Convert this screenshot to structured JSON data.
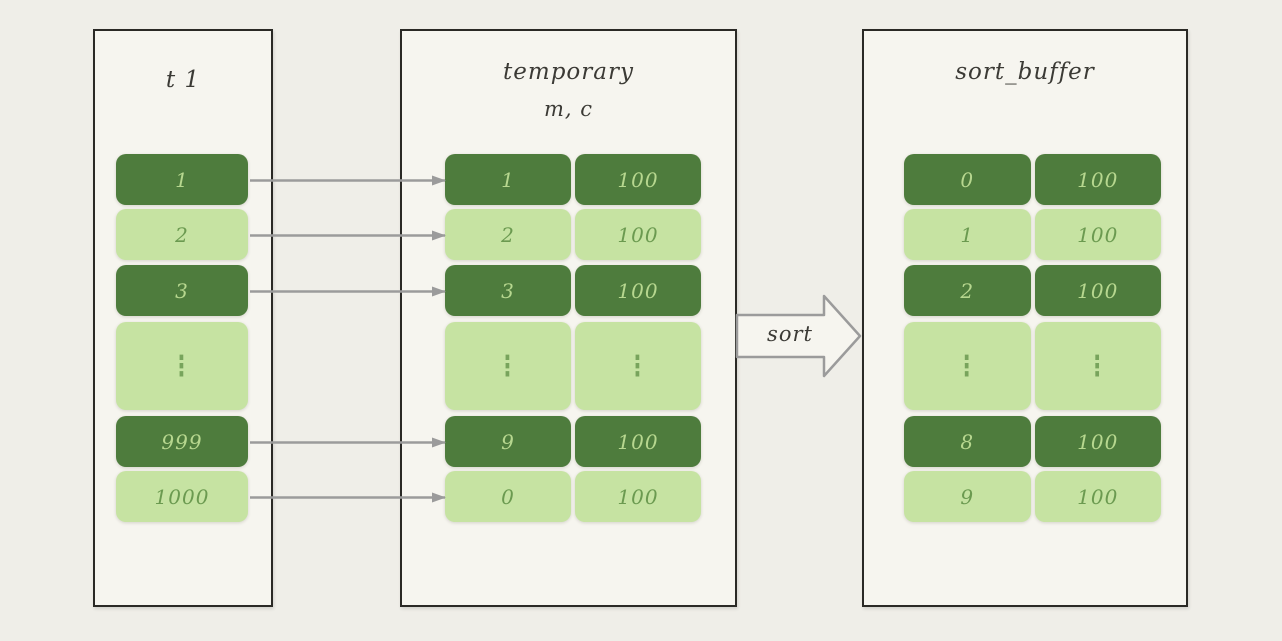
{
  "colors": {
    "page_bg": "#efeee8",
    "panel_bg": "#f6f5ef",
    "panel_border": "#2a2925",
    "row_dark": "#4e7c3d",
    "row_light": "#c6e3a2",
    "text_on_dark": "#b7d78f",
    "text_on_light": "#6b9a50",
    "arrow_gray": "#9b9b9b",
    "title_text": "#3b3a35"
  },
  "t1": {
    "title": "t 1",
    "rows": [
      {
        "variant": "dark",
        "cells": [
          "1"
        ]
      },
      {
        "variant": "light",
        "cells": [
          "2"
        ]
      },
      {
        "variant": "dark",
        "cells": [
          "3"
        ]
      },
      {
        "variant": "light",
        "cells": [
          "⋮"
        ]
      },
      {
        "variant": "dark",
        "cells": [
          "999"
        ]
      },
      {
        "variant": "light",
        "cells": [
          "1000"
        ]
      }
    ]
  },
  "temporary": {
    "title": "temporary",
    "subtitle": "m, c",
    "rows": [
      {
        "variant": "dark",
        "cells": [
          "1",
          "100"
        ]
      },
      {
        "variant": "light",
        "cells": [
          "2",
          "100"
        ]
      },
      {
        "variant": "dark",
        "cells": [
          "3",
          "100"
        ]
      },
      {
        "variant": "light",
        "cells": [
          "⋮",
          "⋮"
        ]
      },
      {
        "variant": "dark",
        "cells": [
          "9",
          "100"
        ]
      },
      {
        "variant": "light",
        "cells": [
          "0",
          "100"
        ]
      }
    ]
  },
  "sort_buffer": {
    "title": "sort_buffer",
    "rows": [
      {
        "variant": "dark",
        "cells": [
          "0",
          "100"
        ]
      },
      {
        "variant": "light",
        "cells": [
          "1",
          "100"
        ]
      },
      {
        "variant": "dark",
        "cells": [
          "2",
          "100"
        ]
      },
      {
        "variant": "light",
        "cells": [
          "⋮",
          "⋮"
        ]
      },
      {
        "variant": "dark",
        "cells": [
          "8",
          "100"
        ]
      },
      {
        "variant": "light",
        "cells": [
          "9",
          "100"
        ]
      }
    ]
  },
  "sort_arrow": {
    "label": "sort"
  }
}
